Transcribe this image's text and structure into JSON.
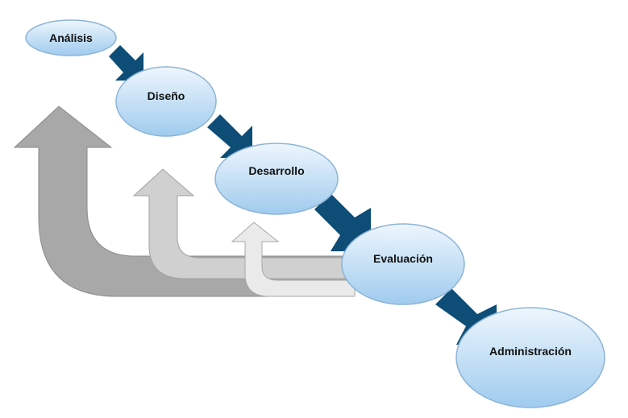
{
  "stages": [
    {
      "id": "analisis",
      "label": "Análisis"
    },
    {
      "id": "diseno",
      "label": "Diseño"
    },
    {
      "id": "desarrollo",
      "label": "Desarrollo"
    },
    {
      "id": "evaluacion",
      "label": "Evaluación"
    },
    {
      "id": "administracion",
      "label": "Administración"
    }
  ],
  "colors": {
    "forward_arrow": "#0d4d76",
    "feedback_dark": "#a8a8a8",
    "feedback_mid": "#d0d0d0",
    "feedback_light": "#eaeaea",
    "ellipse_light": "#eef6fd",
    "ellipse_dark": "#9fcbee",
    "ellipse_stroke": "#8db4d6"
  }
}
